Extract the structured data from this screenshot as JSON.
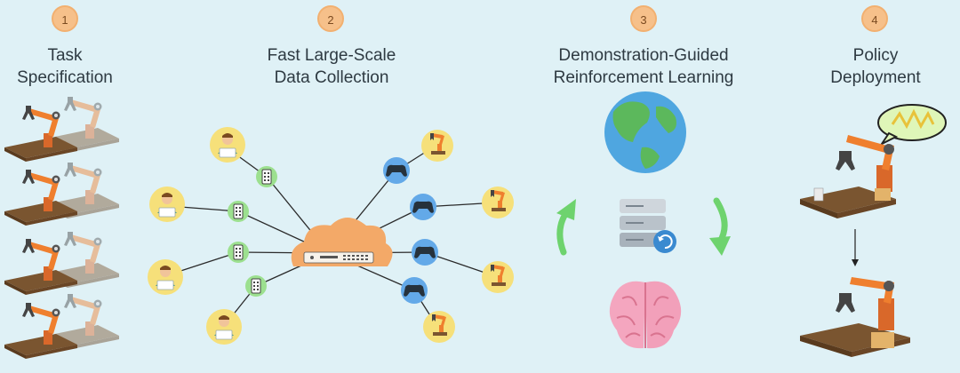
{
  "steps": [
    {
      "number": "1",
      "title": "Task\nSpecification"
    },
    {
      "number": "2",
      "title": "Fast Large-Scale\nData Collection"
    },
    {
      "number": "3",
      "title": "Demonstration-Guided\nReinforcement Learning"
    },
    {
      "number": "4",
      "title": "Policy\nDeployment"
    }
  ],
  "colors": {
    "background": "#dff1f6",
    "badge": "#f6c08a",
    "robot": "#ef7f2e",
    "table": "#7a5530",
    "link": "#2a2a2a",
    "cloud": "#f3a968",
    "phone_node": "#9ce08f",
    "gamepad_node": "#63a9e8",
    "person_node": "#f6e07a",
    "arrow": "#6ed36e"
  },
  "icons": [
    "robot-arm-icon",
    "person-laptop-icon",
    "phone-icon",
    "cloud-server-icon",
    "gamepad-icon",
    "globe-icon",
    "server-icon",
    "brain-icon",
    "thought-bubble-icon"
  ]
}
